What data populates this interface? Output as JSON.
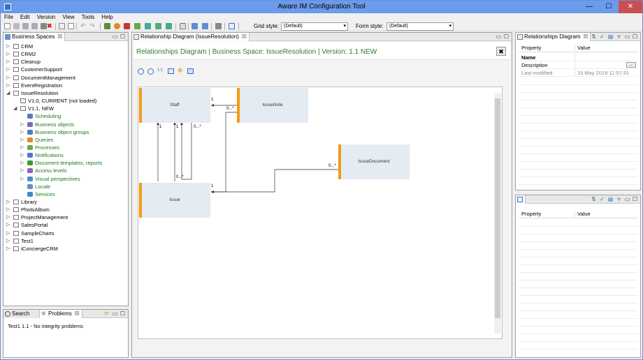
{
  "window": {
    "title": "Aware IM Configuration Tool",
    "controls": {
      "min": "—",
      "max": "☐",
      "close": "✕"
    }
  },
  "menu": [
    "File",
    "Edit",
    "Version",
    "View",
    "Tools",
    "Help"
  ],
  "toolbar": {
    "grid_style_label": "Grid style:",
    "grid_style_value": "(Default)",
    "form_style_label": "Form style:",
    "form_style_value": "(Default)"
  },
  "left_panel": {
    "tab_label": "Business Spaces",
    "tree": [
      {
        "label": "CRM",
        "level": 0,
        "twisty": "▷",
        "green": false
      },
      {
        "label": "CRM2",
        "level": 0,
        "twisty": "▷",
        "green": false
      },
      {
        "label": "Cleanup",
        "level": 0,
        "twisty": "▷",
        "green": false
      },
      {
        "label": "CustomerSupport",
        "level": 0,
        "twisty": "▷",
        "green": false
      },
      {
        "label": "DocumentManagement",
        "level": 0,
        "twisty": "▷",
        "green": false
      },
      {
        "label": "EventRegistration",
        "level": 0,
        "twisty": "▷",
        "green": false
      },
      {
        "label": "IssueResolution",
        "level": 0,
        "twisty": "◢",
        "green": false
      },
      {
        "label": "V1.0, CURRENT (not loaded)",
        "level": 1,
        "twisty": "",
        "green": false
      },
      {
        "label": "V1.1, NEW",
        "level": 1,
        "twisty": "◢",
        "green": false
      },
      {
        "label": "Scheduling",
        "level": 2,
        "twisty": "",
        "green": true
      },
      {
        "label": "Business objects",
        "level": 2,
        "twisty": "▷",
        "green": true
      },
      {
        "label": "Business object groups",
        "level": 2,
        "twisty": "▷",
        "green": true
      },
      {
        "label": "Queries",
        "level": 2,
        "twisty": "▷",
        "green": true
      },
      {
        "label": "Processes",
        "level": 2,
        "twisty": "▷",
        "green": true
      },
      {
        "label": "Notifications",
        "level": 2,
        "twisty": "▷",
        "green": true
      },
      {
        "label": "Document templates, reports",
        "level": 2,
        "twisty": "▷",
        "green": true
      },
      {
        "label": "Access levels",
        "level": 2,
        "twisty": "▷",
        "green": true
      },
      {
        "label": "Visual perspectives",
        "level": 2,
        "twisty": "▷",
        "green": true
      },
      {
        "label": "Locale",
        "level": 2,
        "twisty": "",
        "green": true
      },
      {
        "label": "Services",
        "level": 2,
        "twisty": "",
        "green": true
      },
      {
        "label": "Library",
        "level": 0,
        "twisty": "▷",
        "green": false
      },
      {
        "label": "PhotoAlbum",
        "level": 0,
        "twisty": "▷",
        "green": false
      },
      {
        "label": "ProjectManagement",
        "level": 0,
        "twisty": "▷",
        "green": false
      },
      {
        "label": "SalesPortal",
        "level": 0,
        "twisty": "▷",
        "green": false
      },
      {
        "label": "SampleCharts",
        "level": 0,
        "twisty": "▷",
        "green": false
      },
      {
        "label": "Test1",
        "level": 0,
        "twisty": "▷",
        "green": false
      },
      {
        "label": "iConciergeCRM",
        "level": 0,
        "twisty": "▷",
        "green": false
      }
    ]
  },
  "bottom_left_panel": {
    "tabs": [
      "Search",
      "Problems"
    ],
    "message": "Test1 1.1 - No integrity problems"
  },
  "editor": {
    "tab_label": "Relationship Diagram (IssueResolution)",
    "header": "Relationships Diagram   |   Business Space: IssueResolution   |   Version: 1.1 NEW",
    "close_glyph": "✖",
    "zoom_label": "1:1",
    "entities": {
      "staff": "Staff",
      "issue_note": "IssueNote",
      "issue": "Issue",
      "issue_document": "IssueDocument"
    },
    "multiplicities": {
      "staff_note_one": "1",
      "staff_note_many": "0...*",
      "staff_issue_a": "1",
      "staff_issue_b": "1",
      "staff_issue_many": "0...*",
      "issue_staff_many": "0...*",
      "issue_doc_one": "1",
      "issue_doc_many": "0...*"
    }
  },
  "right_top_panel": {
    "tab_label": "Relationships Diagram",
    "columns": [
      "Property",
      "Value"
    ],
    "rows": [
      {
        "property": "Name",
        "value": "",
        "bold": true,
        "muted": false
      },
      {
        "property": "Description",
        "value": "",
        "bold": false,
        "muted": false,
        "button": "..."
      },
      {
        "property": "Last modified",
        "value": "15 May 2019 11:57:31",
        "bold": false,
        "muted": true
      }
    ]
  },
  "right_bottom_panel": {
    "columns": [
      "Property",
      "Value"
    ]
  }
}
